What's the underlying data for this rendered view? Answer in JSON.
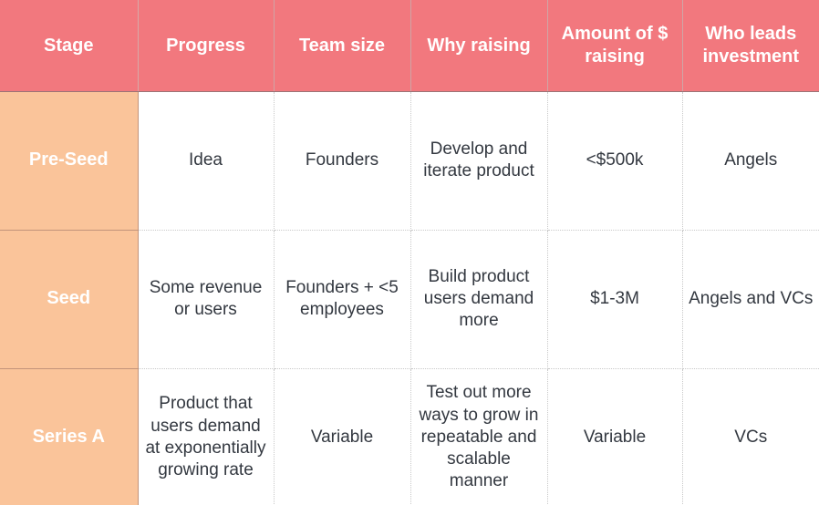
{
  "table": {
    "columns": [
      {
        "key": "stage",
        "label": "Stage"
      },
      {
        "key": "progress",
        "label": "Progress"
      },
      {
        "key": "team",
        "label": "Team size"
      },
      {
        "key": "why",
        "label": "Why raising"
      },
      {
        "key": "amount",
        "label": "Amount of $ raising"
      },
      {
        "key": "who",
        "label": "Who leads investment"
      }
    ],
    "rows": [
      {
        "stage": "Pre-Seed",
        "progress": "Idea",
        "team": "Founders",
        "why": "Develop and iterate product",
        "amount": "<$500k",
        "who": "Angels"
      },
      {
        "stage": "Seed",
        "progress": "Some revenue or users",
        "team": "Founders + <5 employees",
        "why": "Build product users demand more",
        "amount": "$1-3M",
        "who": "Angels and VCs"
      },
      {
        "stage": "Series A",
        "progress": "Product that users demand at exponentially growing rate",
        "team": "Variable",
        "why": "Test out more ways to grow in repeatable and scalable manner",
        "amount": "Variable",
        "who": "VCs"
      }
    ]
  },
  "colors": {
    "header_background": "#f2787e",
    "header_text": "#ffffff",
    "stage_background": "#fac49a",
    "stage_text": "#ffffff",
    "cell_background": "#ffffff",
    "cell_text": "#333840",
    "cell_border": "#c9c9c9",
    "stage_border": "#c2937a"
  }
}
